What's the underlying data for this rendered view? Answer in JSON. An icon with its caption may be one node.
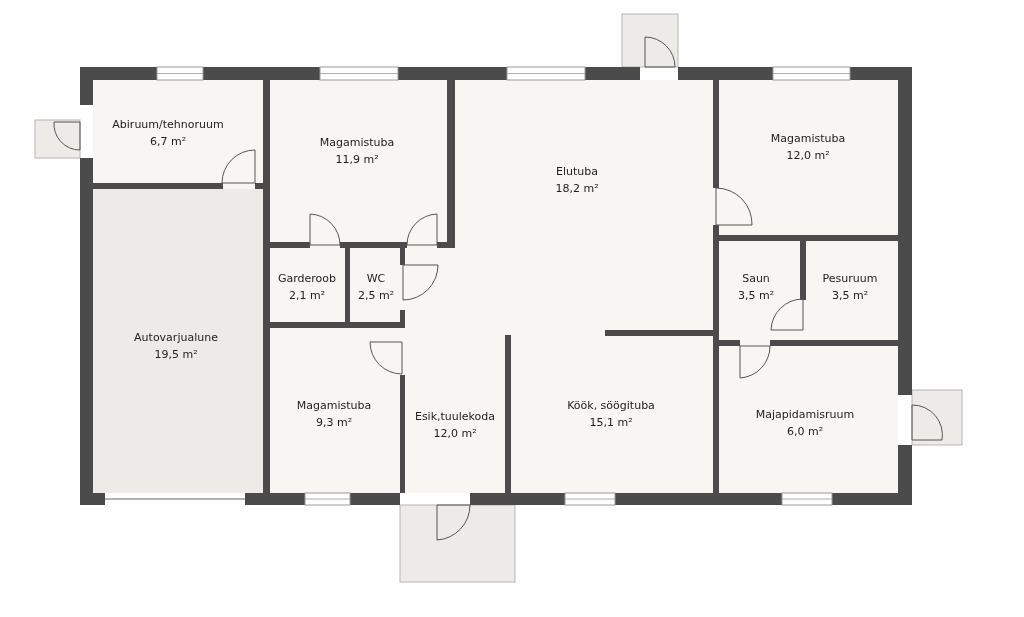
{
  "diagram": {
    "nodes": [
      {
        "text": [
          "Abiruum/tehnoruum",
          "6,7 m²"
        ]
      },
      {
        "text": [
          "Magamistuba",
          "11,9 m²"
        ]
      },
      {
        "text": [
          "Elutuba",
          "18,2 m²"
        ]
      },
      {
        "text": [
          "Magamistuba",
          "12,0 m²"
        ]
      },
      {
        "text": [
          "Garderoob",
          "2,1 m²"
        ]
      },
      {
        "text": [
          "WC",
          "2,5 m²"
        ]
      },
      {
        "text": [
          "Saun",
          "3,5 m²"
        ]
      },
      {
        "text": [
          "Pesuruum",
          "3,5 m²"
        ]
      },
      {
        "text": [
          "Autovarjualune",
          "19,5 m²"
        ]
      },
      {
        "text": [
          "Magamistuba",
          "9,3 m²"
        ]
      },
      {
        "text": [
          "Esik,tuulekoda",
          "12,0 m²"
        ]
      },
      {
        "text": [
          "Köök, söögituba",
          "15,1 m²"
        ]
      },
      {
        "text": [
          "Majapidamisruum",
          "6,0 m²"
        ]
      }
    ]
  }
}
